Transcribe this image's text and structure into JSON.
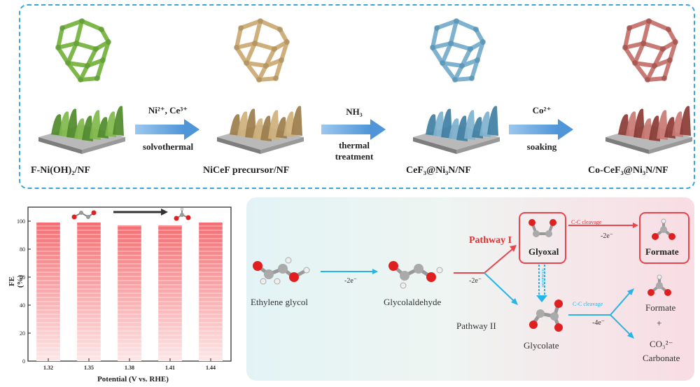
{
  "synthesis": {
    "stages": [
      {
        "label": "F-Ni(OH)₂/NF",
        "color": "#7fb84a",
        "dark": "#4f8a2a"
      },
      {
        "label": "NiCeF precursor/NF",
        "color": "#cfb07c",
        "dark": "#9c7d4a"
      },
      {
        "label": "CeF₃@Ni₃N/NF",
        "color": "#7fb2cf",
        "dark": "#3f7fa3"
      },
      {
        "label": "Co-CeF₃@Ni₃N/NF",
        "color": "#c97a74",
        "dark": "#8a3a34"
      }
    ],
    "steps": [
      {
        "top": "Ni²⁺, Ce³⁺",
        "bottom": "solvothermal"
      },
      {
        "top": "NH₃",
        "middle": "thermal",
        "bottom": "treatment"
      },
      {
        "top": "Co²⁺",
        "bottom": "soaking"
      }
    ]
  },
  "chart_data": {
    "type": "bar",
    "categories": [
      "1.32",
      "1.35",
      "1.38",
      "1.41",
      "1.44"
    ],
    "values": [
      99,
      99,
      97,
      97,
      99
    ],
    "ylim": [
      0,
      110
    ],
    "yticks": [
      "0",
      "20",
      "40",
      "60",
      "80",
      "100"
    ],
    "ylabel": "FE (%)",
    "xlabel": "Potential (V vs. RHE)",
    "bar_color": "#f36f73"
  },
  "pathway": {
    "ethylene_glycol": "Ethylene glycol",
    "glycolaldehyde": "Glycolaldehyde",
    "step1": "-2e⁻",
    "step2": "-2e⁻",
    "pathway1": "Pathway I",
    "pathway2": "Pathway II",
    "glyoxal": "Glyoxal",
    "cc_cleavage1": "C-C cleavage",
    "step3": "-2e⁻",
    "formate_boxed": "Formate",
    "oxidation": "oxidation",
    "glycolate": "Glycolate",
    "cc_cleavage2": "C-C cleavage",
    "step4": "-4e⁻",
    "formate": "Formate",
    "plus": "+",
    "carbonate_formula": "CO₃²⁻",
    "carbonate": "Carbonate"
  }
}
